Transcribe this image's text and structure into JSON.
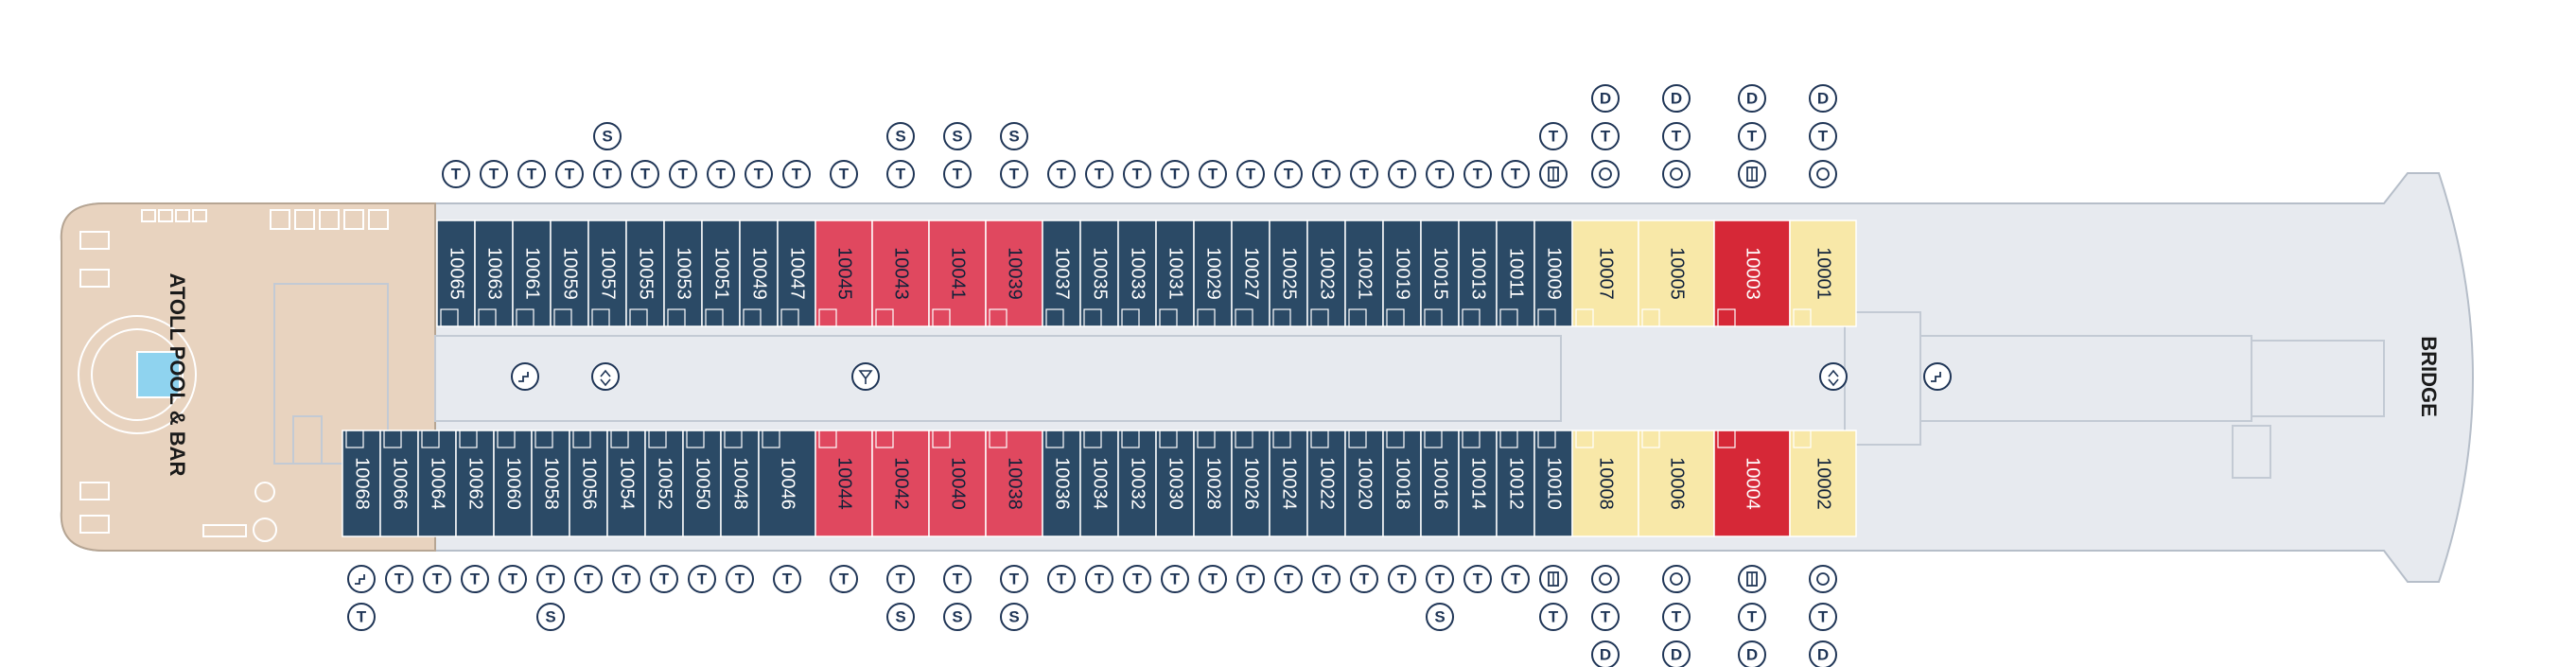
{
  "colors": {
    "standard": "#2b4a66",
    "red_suite": "#e0485f",
    "deep_red_suite": "#d62837",
    "yellow_suite": "#f8e8a8",
    "deck": "#e7eaef",
    "venue": "#e8d3bf",
    "symbol": "#1f3556"
  },
  "venues": {
    "pool_bar": "ATOLL POOL & BAR",
    "bridge": "BRIDGE"
  },
  "symbol_letters": {
    "tub": "T",
    "sofa": "S",
    "dual": "D"
  },
  "cabins_top": [
    {
      "num": "10065",
      "type": "standard",
      "above": [
        "T"
      ]
    },
    {
      "num": "10063",
      "type": "standard",
      "above": [
        "T"
      ]
    },
    {
      "num": "10061",
      "type": "standard",
      "above": [
        "T"
      ]
    },
    {
      "num": "10059",
      "type": "standard",
      "above": [
        "T"
      ]
    },
    {
      "num": "10057",
      "type": "standard",
      "above": [
        "T",
        "S"
      ]
    },
    {
      "num": "10055",
      "type": "standard",
      "above": [
        "T"
      ]
    },
    {
      "num": "10053",
      "type": "standard",
      "above": [
        "T"
      ]
    },
    {
      "num": "10051",
      "type": "standard",
      "above": [
        "T"
      ]
    },
    {
      "num": "10049",
      "type": "standard",
      "above": [
        "T"
      ]
    },
    {
      "num": "10047",
      "type": "standard",
      "above": [
        "T"
      ]
    },
    {
      "num": "10045",
      "type": "red_suite",
      "above": [
        "T"
      ]
    },
    {
      "num": "10043",
      "type": "red_suite",
      "above": [
        "T",
        "S"
      ]
    },
    {
      "num": "10041",
      "type": "red_suite",
      "above": [
        "T",
        "S"
      ]
    },
    {
      "num": "10039",
      "type": "red_suite",
      "above": [
        "T",
        "S"
      ]
    },
    {
      "num": "10037",
      "type": "standard",
      "above": [
        "T"
      ]
    },
    {
      "num": "10035",
      "type": "standard",
      "above": [
        "T"
      ]
    },
    {
      "num": "10033",
      "type": "standard",
      "above": [
        "T"
      ]
    },
    {
      "num": "10031",
      "type": "standard",
      "above": [
        "T"
      ]
    },
    {
      "num": "10029",
      "type": "standard",
      "above": [
        "T"
      ]
    },
    {
      "num": "10027",
      "type": "standard",
      "above": [
        "T"
      ]
    },
    {
      "num": "10025",
      "type": "standard",
      "above": [
        "T"
      ]
    },
    {
      "num": "10023",
      "type": "standard",
      "above": [
        "T"
      ]
    },
    {
      "num": "10021",
      "type": "standard",
      "above": [
        "T"
      ]
    },
    {
      "num": "10019",
      "type": "standard",
      "above": [
        "T"
      ]
    },
    {
      "num": "10015",
      "type": "standard",
      "above": [
        "T"
      ]
    },
    {
      "num": "10013",
      "type": "standard",
      "above": [
        "T"
      ]
    },
    {
      "num": "10011",
      "type": "standard",
      "above": [
        "T"
      ]
    },
    {
      "num": "10009",
      "type": "standard",
      "above": [
        "shower",
        "T"
      ]
    },
    {
      "num": "10007",
      "type": "yellow_suite",
      "above": [
        "whirlpool",
        "T",
        "D"
      ]
    },
    {
      "num": "10005",
      "type": "yellow_suite",
      "above": [
        "whirlpool",
        "T",
        "D"
      ]
    },
    {
      "num": "10003",
      "type": "deep_red_suite",
      "above": [
        "shower",
        "T",
        "D"
      ]
    },
    {
      "num": "10001",
      "type": "yellow_suite",
      "above": [
        "whirlpool",
        "T",
        "D"
      ]
    }
  ],
  "cabins_bottom": [
    {
      "num": "10068",
      "type": "standard",
      "below": [
        "stair",
        "T"
      ]
    },
    {
      "num": "10066",
      "type": "standard",
      "below": [
        "T"
      ]
    },
    {
      "num": "10064",
      "type": "standard",
      "below": [
        "T"
      ]
    },
    {
      "num": "10062",
      "type": "standard",
      "below": [
        "T"
      ]
    },
    {
      "num": "10060",
      "type": "standard",
      "below": [
        "T"
      ]
    },
    {
      "num": "10058",
      "type": "standard",
      "below": [
        "T",
        "S"
      ]
    },
    {
      "num": "10056",
      "type": "standard",
      "below": [
        "T"
      ]
    },
    {
      "num": "10054",
      "type": "standard",
      "below": [
        "T"
      ]
    },
    {
      "num": "10052",
      "type": "standard",
      "below": [
        "T"
      ]
    },
    {
      "num": "10050",
      "type": "standard",
      "below": [
        "T"
      ]
    },
    {
      "num": "10048",
      "type": "standard",
      "below": [
        "T"
      ]
    },
    {
      "num": "10046",
      "type": "standard",
      "below": [
        "T"
      ]
    },
    {
      "num": "10044",
      "type": "red_suite",
      "below": [
        "T"
      ]
    },
    {
      "num": "10042",
      "type": "red_suite",
      "below": [
        "T",
        "S"
      ]
    },
    {
      "num": "10040",
      "type": "red_suite",
      "below": [
        "T",
        "S"
      ]
    },
    {
      "num": "10038",
      "type": "red_suite",
      "below": [
        "T",
        "S"
      ]
    },
    {
      "num": "10036",
      "type": "standard",
      "below": [
        "T"
      ]
    },
    {
      "num": "10034",
      "type": "standard",
      "below": [
        "T"
      ]
    },
    {
      "num": "10032",
      "type": "standard",
      "below": [
        "T"
      ]
    },
    {
      "num": "10030",
      "type": "standard",
      "below": [
        "T"
      ]
    },
    {
      "num": "10028",
      "type": "standard",
      "below": [
        "T"
      ]
    },
    {
      "num": "10026",
      "type": "standard",
      "below": [
        "T"
      ]
    },
    {
      "num": "10024",
      "type": "standard",
      "below": [
        "T"
      ]
    },
    {
      "num": "10022",
      "type": "standard",
      "below": [
        "T"
      ]
    },
    {
      "num": "10020",
      "type": "standard",
      "below": [
        "T"
      ]
    },
    {
      "num": "10018",
      "type": "standard",
      "below": [
        "T"
      ]
    },
    {
      "num": "10016",
      "type": "standard",
      "below": [
        "T",
        "S"
      ]
    },
    {
      "num": "10014",
      "type": "standard",
      "below": [
        "T"
      ]
    },
    {
      "num": "10012",
      "type": "standard",
      "below": [
        "T"
      ]
    },
    {
      "num": "10010",
      "type": "standard",
      "below": [
        "shower",
        "T"
      ]
    },
    {
      "num": "10008",
      "type": "yellow_suite",
      "below": [
        "whirlpool",
        "T",
        "D"
      ]
    },
    {
      "num": "10006",
      "type": "yellow_suite",
      "below": [
        "whirlpool",
        "T",
        "D"
      ]
    },
    {
      "num": "10004",
      "type": "deep_red_suite",
      "below": [
        "shower",
        "T",
        "D"
      ]
    },
    {
      "num": "10002",
      "type": "yellow_suite",
      "below": [
        "whirlpool",
        "T",
        "D"
      ]
    }
  ]
}
